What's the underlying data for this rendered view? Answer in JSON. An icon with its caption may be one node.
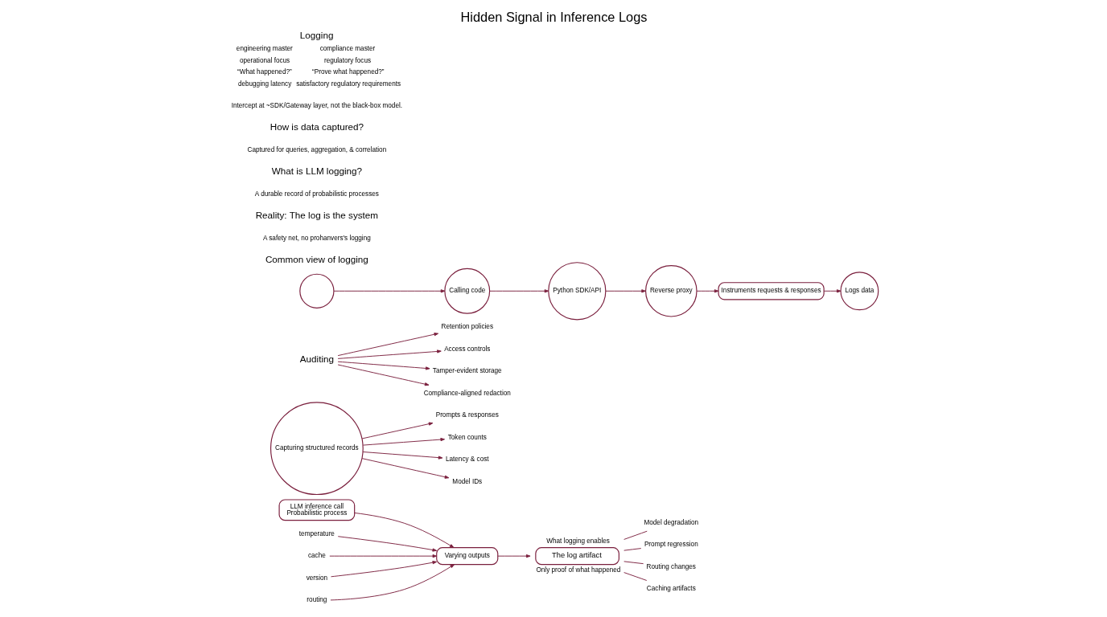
{
  "diagram": {
    "title": "Hidden Signal in Inference Logs",
    "nodes": [
      {
        "text": [
          "LLM inference call",
          "Probabilistic process"
        ]
      },
      {
        "text": [
          "Varying outputs"
        ]
      },
      {
        "text": [
          "temperature"
        ]
      },
      {
        "text": [
          "cache"
        ]
      },
      {
        "text": [
          "version"
        ]
      },
      {
        "text": [
          "routing"
        ]
      },
      {
        "text": [
          "The log artifact"
        ],
        "beside": [
          "What logging enables",
          "Only proof of what happened"
        ]
      },
      {
        "text": [
          "Model degradation"
        ]
      },
      {
        "text": [
          "Prompt regression"
        ]
      },
      {
        "text": [
          "Routing changes"
        ]
      },
      {
        "text": [
          "Caching artifacts"
        ]
      },
      {
        "text": [
          "Capturing structured records"
        ]
      },
      {
        "text": [
          "Prompts & responses"
        ]
      },
      {
        "text": [
          "Token counts"
        ]
      },
      {
        "text": [
          "Latency & cost"
        ]
      },
      {
        "text": [
          "Model IDs"
        ]
      },
      {
        "text": [
          "Auditing"
        ]
      },
      {
        "text": [
          "Retention policies"
        ]
      },
      {
        "text": [
          "Access controls"
        ]
      },
      {
        "text": [
          "Tamper-evident storage"
        ]
      },
      {
        "text": [
          "Compliance-aligned redaction"
        ]
      },
      {
        "text": [],
        "shape": "circle"
      },
      {
        "text": [
          "Calling code"
        ]
      },
      {
        "text": [
          "Python SDK/API"
        ]
      },
      {
        "text": [
          "Reverse proxy"
        ]
      },
      {
        "text": [
          "Instruments requests & responses"
        ]
      },
      {
        "text": [
          "Logs data"
        ]
      }
    ],
    "edges": [
      {
        "from": 0,
        "to": 1,
        "arrow": "to"
      },
      {
        "from": 2,
        "to": 1,
        "arrow": "to"
      },
      {
        "from": 3,
        "to": 1,
        "arrow": "to"
      },
      {
        "from": 4,
        "to": 1,
        "arrow": "to"
      },
      {
        "from": 5,
        "to": 1,
        "arrow": "to"
      },
      {
        "from": 1,
        "to": 6,
        "arrow": "to"
      },
      {
        "from": 6,
        "to": 7,
        "arrow": "none"
      },
      {
        "from": 6,
        "to": 8,
        "arrow": "none"
      },
      {
        "from": 6,
        "to": 9,
        "arrow": "none"
      },
      {
        "from": 6,
        "to": 10,
        "arrow": "none"
      },
      {
        "from": 11,
        "to": 12,
        "arrow": "to"
      },
      {
        "from": 11,
        "to": 13,
        "arrow": "to"
      },
      {
        "from": 11,
        "to": 14,
        "arrow": "to"
      },
      {
        "from": 11,
        "to": 15,
        "arrow": "to"
      },
      {
        "from": 16,
        "to": 17,
        "arrow": "to"
      },
      {
        "from": 16,
        "to": 18,
        "arrow": "to"
      },
      {
        "from": 16,
        "to": 19,
        "arrow": "to"
      },
      {
        "from": 16,
        "to": 20,
        "arrow": "to"
      },
      {
        "from": 21,
        "to": 22,
        "arrow": "to"
      },
      {
        "from": 22,
        "to": 23,
        "arrow": "to"
      },
      {
        "from": 23,
        "to": 24,
        "arrow": "to"
      },
      {
        "from": 24,
        "to": 25,
        "arrow": "to"
      },
      {
        "from": 25,
        "to": 26,
        "arrow": "to"
      }
    ],
    "labels": [
      "Common view of logging",
      "A safety net, no prohanvers's logging",
      "Reality: The log is the system",
      "A durable record of probabilistic processes",
      "What is LLM logging?",
      "Captured for queries, aggregation, & correlation",
      "Logging",
      "engineering master",
      "compliance master",
      "operational focus",
      "regulatory focus",
      "“What happened?”",
      "“Prove what happened?”",
      "debugging latency",
      "satisfactory regulatory requirements",
      "How is data captured?",
      "Intercept at ~SDK/Gateway layer, not the black-box model."
    ]
  }
}
